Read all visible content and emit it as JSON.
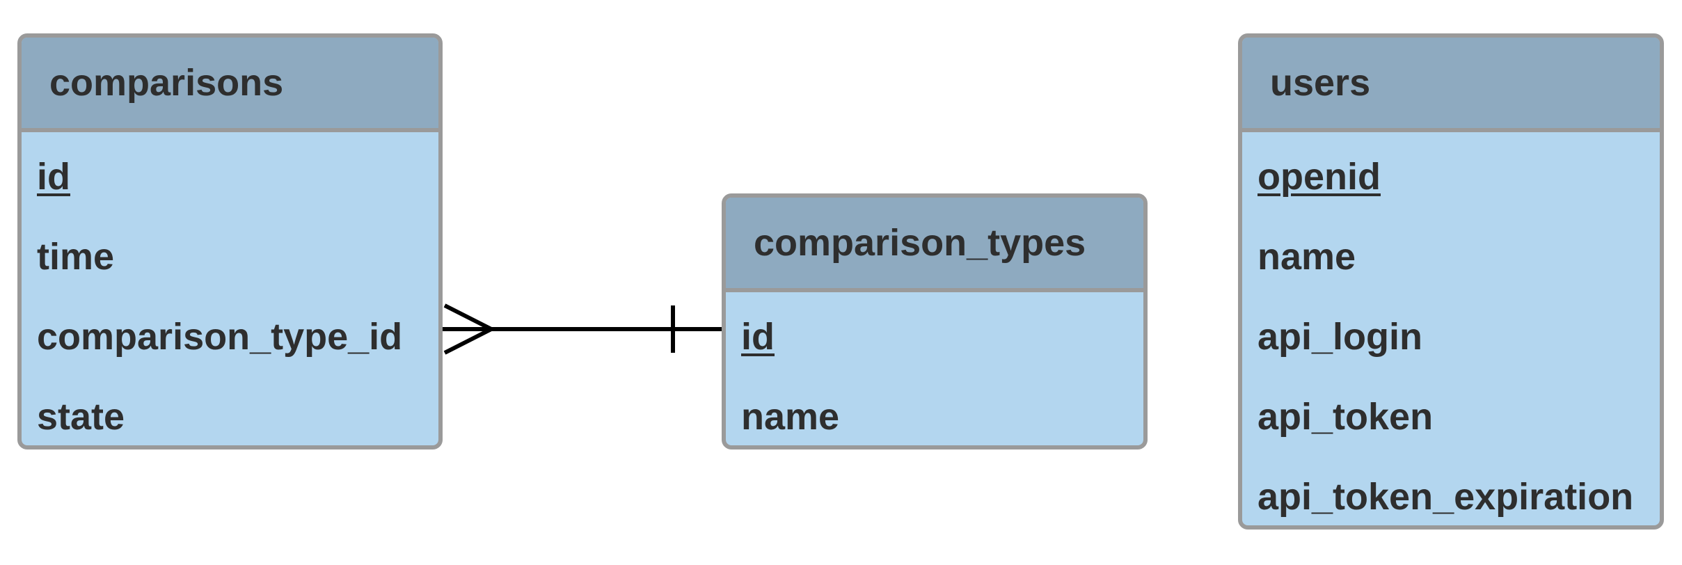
{
  "entities": {
    "comparisons": {
      "title": "comparisons",
      "fields": [
        {
          "name": "id",
          "primary_key": true
        },
        {
          "name": "time",
          "primary_key": false
        },
        {
          "name": "comparison_type_id",
          "primary_key": false
        },
        {
          "name": "state",
          "primary_key": false
        }
      ]
    },
    "comparison_types": {
      "title": "comparison_types",
      "fields": [
        {
          "name": "id",
          "primary_key": true
        },
        {
          "name": "name",
          "primary_key": false
        }
      ]
    },
    "users": {
      "title": "users",
      "fields": [
        {
          "name": "openid",
          "primary_key": true
        },
        {
          "name": "name",
          "primary_key": false
        },
        {
          "name": "api_login",
          "primary_key": false
        },
        {
          "name": "api_token",
          "primary_key": false
        },
        {
          "name": "api_token_expiration",
          "primary_key": false
        }
      ]
    }
  },
  "relationships": [
    {
      "from_entity": "comparisons",
      "from_field": "comparison_type_id",
      "from_cardinality": "many",
      "to_entity": "comparison_types",
      "to_field": "id",
      "to_cardinality": "one"
    }
  ],
  "colors": {
    "header": "#8eaac0",
    "body": "#b3d6ef",
    "border": "#9a9a9a",
    "text": "#2e2e2e",
    "connector": "#000000"
  }
}
